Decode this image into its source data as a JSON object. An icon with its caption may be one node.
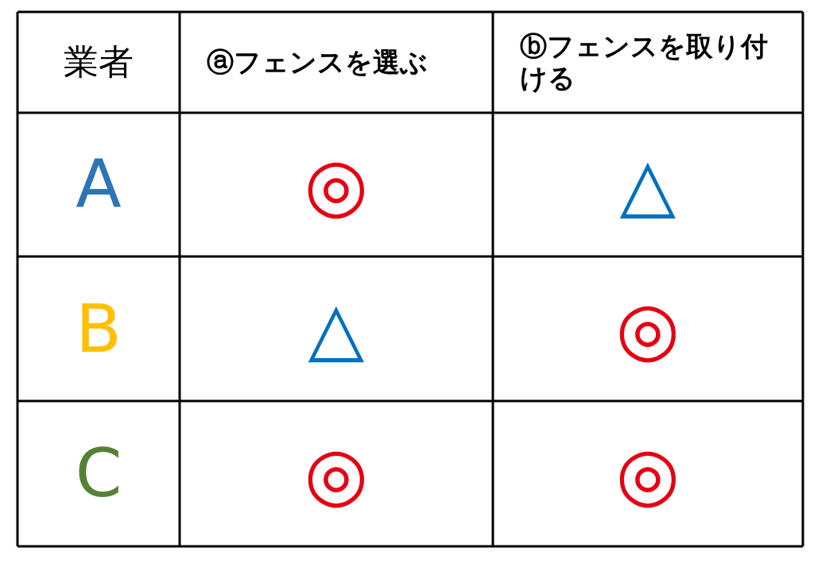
{
  "diagram": {
    "labels": [
      "業者",
      "ⓐフェンスを選ぶ",
      "ⓑフェンスを取り付ける",
      "A",
      "◎",
      "△",
      "B",
      "△",
      "◎",
      "C",
      "◎",
      "◎"
    ]
  }
}
